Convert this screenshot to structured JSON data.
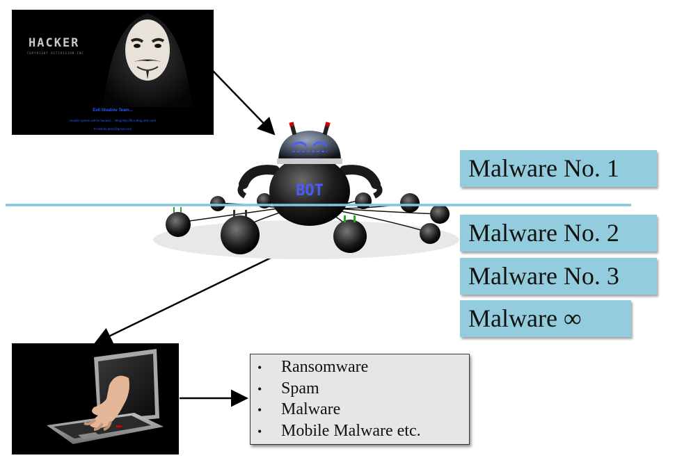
{
  "hacker_image": {
    "logo": "HACKER",
    "logo_sub": "COPYRIGHT   ACTIVISION INC.",
    "caption_team": "Evil Shadow Team...",
    "caption_line2": "Unsafe system will be hacked ... Blog:http://fb.n.Blog.163.com/",
    "caption_line3": "E-mail:ks.abey@gmail.com"
  },
  "bot": {
    "label": "BOT"
  },
  "malware_labels": [
    {
      "label": "Malware No. 1"
    },
    {
      "label": "Malware No. 2"
    },
    {
      "label": "Malware No. 3"
    },
    {
      "label": "Malware ∞"
    }
  ],
  "threat_list": {
    "bullet": "•",
    "items": [
      "Ransomware",
      "Spam",
      "Malware",
      "Mobile Malware etc."
    ]
  },
  "colors": {
    "label_fill": "#93cddd",
    "divider_line": "#7ec8df",
    "bot_text": "#4a5cff",
    "caption_text": "#2a5cff"
  }
}
